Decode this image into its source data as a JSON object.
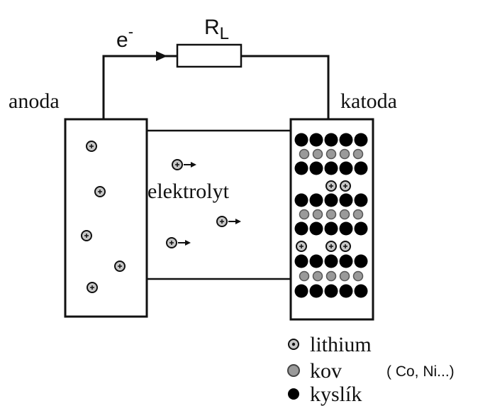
{
  "circuit": {
    "electron_symbol": "e",
    "electron_charge": "-",
    "resistor_symbol": "R",
    "resistor_subscript": "L"
  },
  "labels": {
    "anode": "anoda",
    "cathode": "katoda",
    "electrolyte": "elektrolyt"
  },
  "legend": {
    "items": [
      {
        "key": "lithium",
        "label": "lithium",
        "icon": "lithium-ion-icon"
      },
      {
        "key": "metal",
        "label": "kov",
        "note": "( Co, Ni...)",
        "icon": "metal-atom-icon"
      },
      {
        "key": "oxygen",
        "label": "kyslík",
        "icon": "oxygen-atom-icon"
      }
    ]
  },
  "colors": {
    "line": "#111111",
    "lithium_fill": "#c8c8c8",
    "metal_fill": "#9a9a9a",
    "oxygen_fill": "#000000"
  }
}
